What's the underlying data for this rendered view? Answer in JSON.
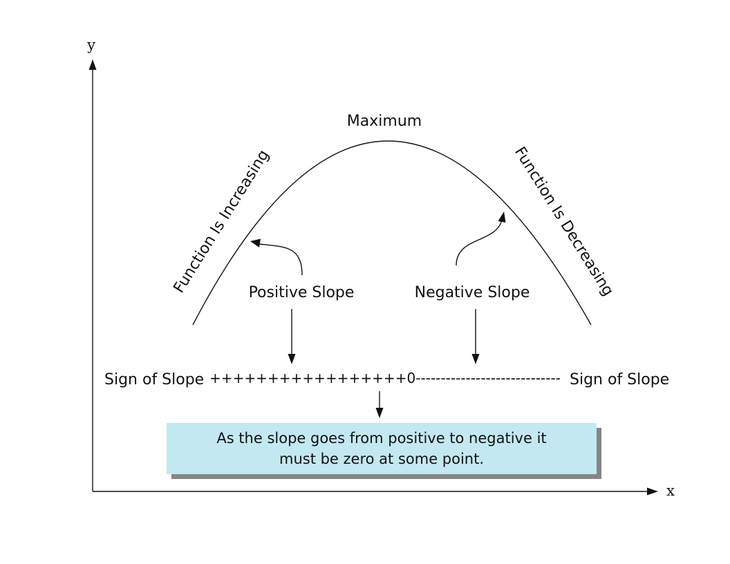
{
  "axes": {
    "x_label": "x",
    "y_label": "y"
  },
  "curve": {
    "peak_label": "Maximum",
    "left_label": "Function Is Increasing",
    "right_label": "Function Is Decreasing"
  },
  "slopes": {
    "positive_label": "Positive Slope",
    "negative_label": "Negative Slope"
  },
  "sign_row": {
    "left_label": "Sign of Slope",
    "right_label": "Sign of Slope",
    "sequence": "+++++++++++++++++0-----------------------------"
  },
  "note": {
    "line1": "As the slope goes from positive to negative it",
    "line2": "must be zero at some point."
  },
  "colors": {
    "note_fill": "#c3e8f1",
    "note_shadow": "#858585",
    "ink": "#111111"
  }
}
